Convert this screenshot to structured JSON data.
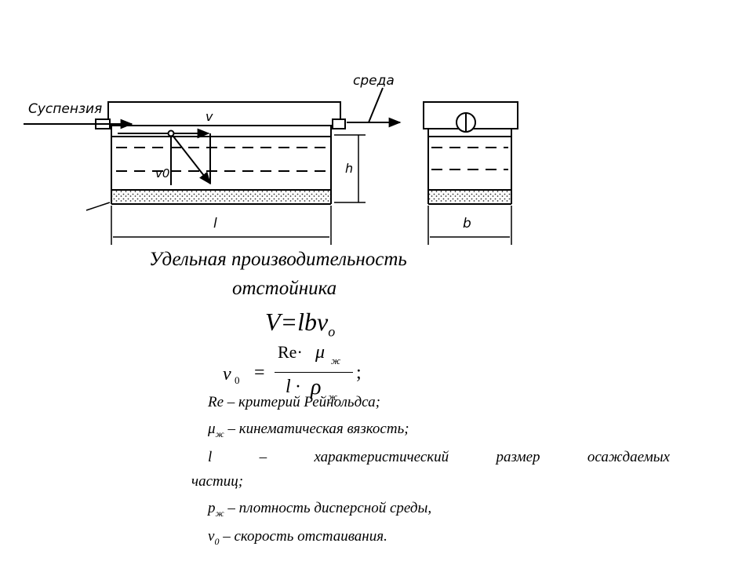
{
  "diagram": {
    "label_suspension": "Суспензия",
    "label_medium": "среда",
    "label_v": "v",
    "label_v0": "v0",
    "label_h": "h",
    "label_l": "l",
    "label_b": "b"
  },
  "title": {
    "line1": "Удельная производительность",
    "line2": "отстойника"
  },
  "main_formula": {
    "lhs": "V=lbv",
    "sub": "o"
  },
  "v0_formula": {
    "lhs_var": "v",
    "lhs_sub": "0",
    "equals": "=",
    "num_re": "Re·",
    "num_mu": "μ",
    "num_mu_sub": "ж",
    "den_l": "l ·",
    "den_rho": "ρ",
    "den_rho_sub": "ж",
    "semicolon": ";"
  },
  "legend": {
    "re_text": "Re – критерий Рейнольдса;",
    "mu_sym": "μ",
    "mu_sub": "ж",
    "mu_text": " – кинематическая вязкость;",
    "l_text": "l – характеристический размер осаждаемых",
    "l_text_cont": "частиц;",
    "rho_sym": "p",
    "rho_sub": "ж",
    "rho_text": " – плотность дисперсной среды,",
    "v0_sym": "v",
    "v0_sub": "0",
    "v0_text": " – скорость отстаивания."
  }
}
